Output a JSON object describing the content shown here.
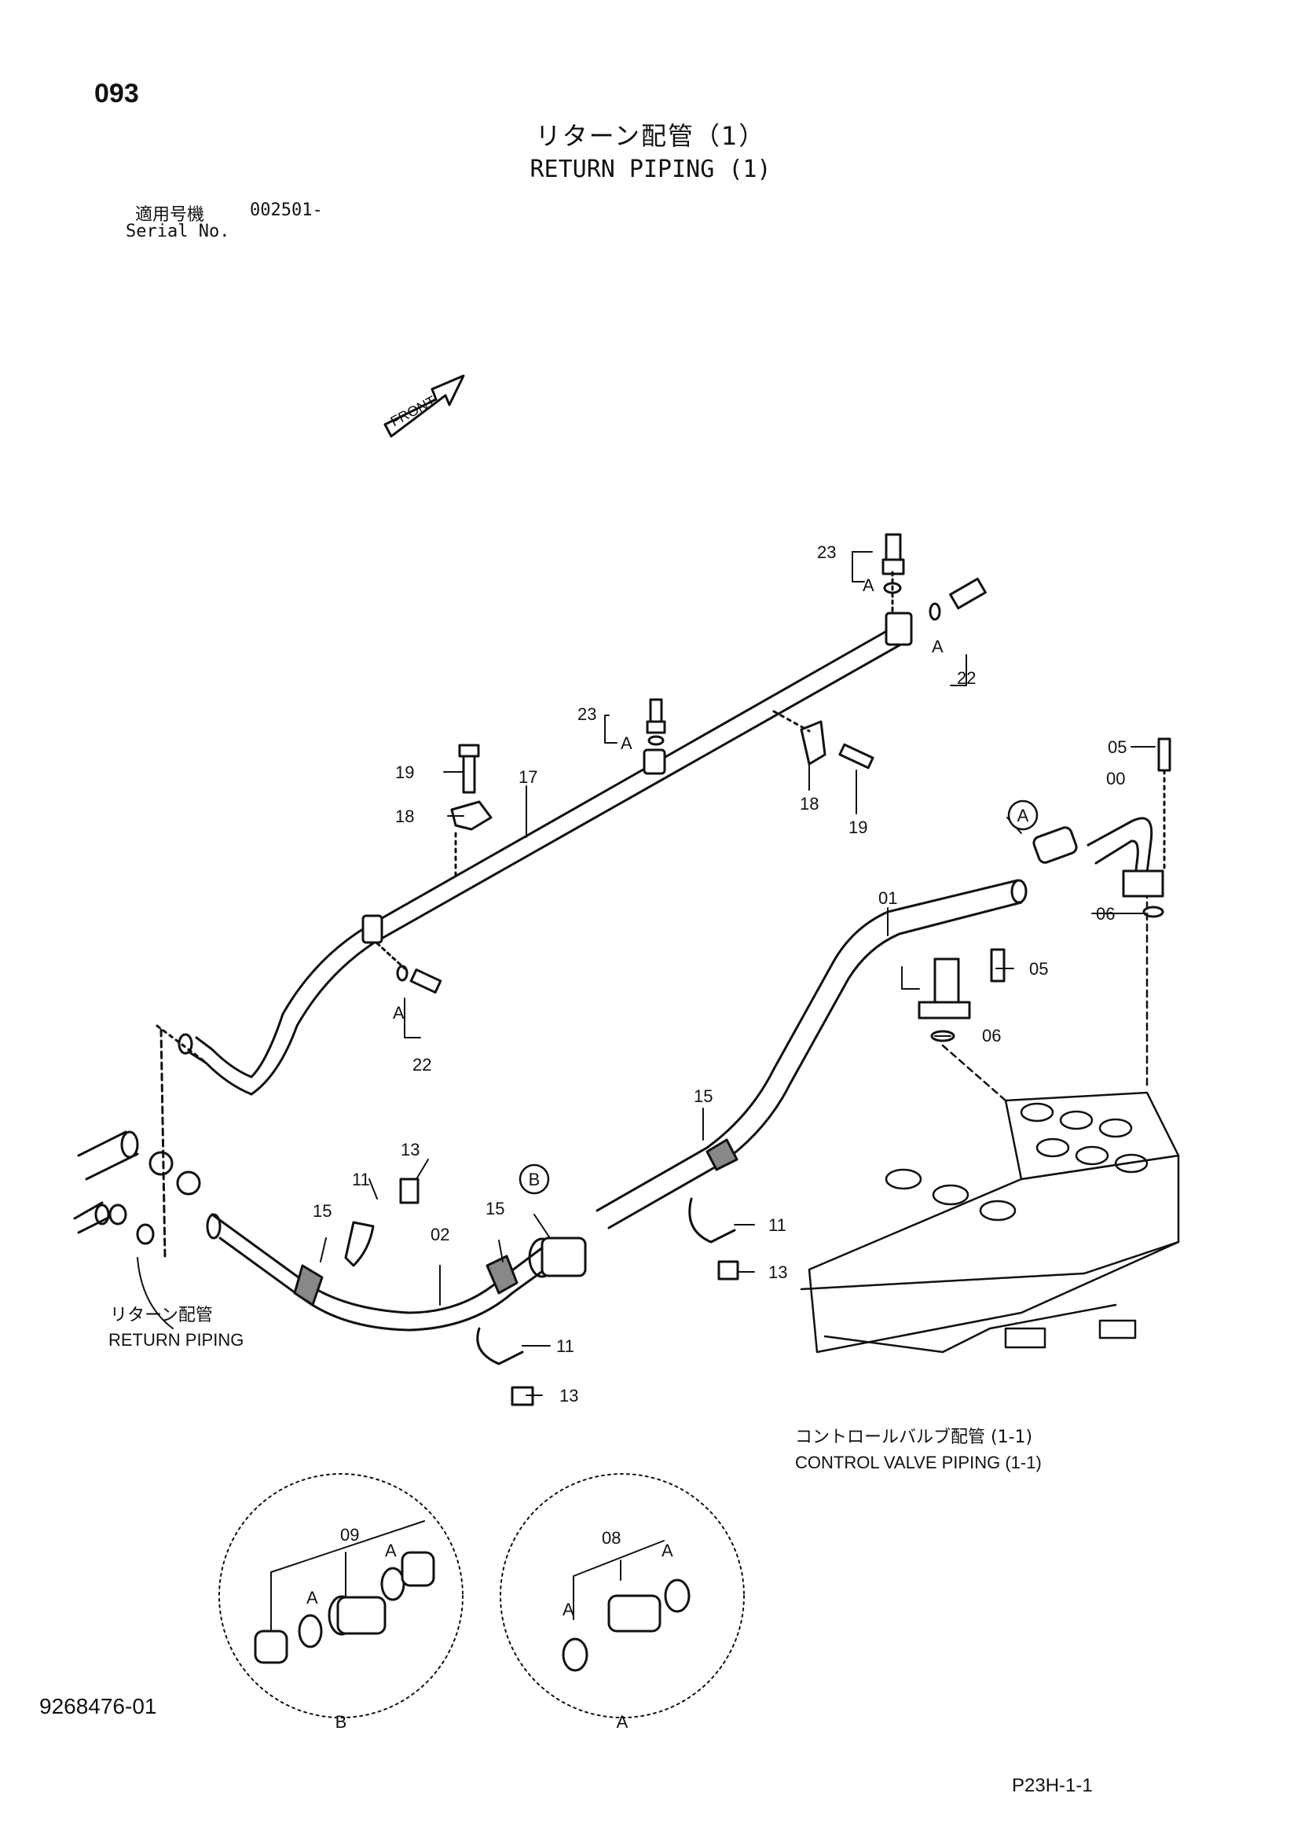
{
  "header": {
    "page_number": "093",
    "title_jp": "リターン配管（1）",
    "title_en": "RETURN PIPING (1)",
    "serial_label_jp": "適用号機",
    "serial_value": "002501-",
    "serial_label_en": "Serial No."
  },
  "direction_label": "FRONT",
  "part_callouts": {
    "p00": "00",
    "p01": "01",
    "p02": "02",
    "p05a": "05",
    "p05b": "05",
    "p06a": "06",
    "p06b": "06",
    "p08": "08",
    "p09": "09",
    "p11a": "11",
    "p11b": "11",
    "p11c": "11",
    "p13a": "13",
    "p13b": "13",
    "p13c": "13",
    "p15a": "15",
    "p15b": "15",
    "p15c": "15",
    "p17": "17",
    "p18a": "18",
    "p18b": "18",
    "p19a": "19",
    "p19b": "19",
    "p22a": "22",
    "p22b": "22",
    "p23a": "23",
    "p23b": "23"
  },
  "detail_letters": {
    "a1": "A",
    "a2": "A",
    "a3": "A",
    "a4": "A",
    "a5": "A",
    "a6": "A",
    "a7": "A",
    "a8": "A",
    "a9": "A",
    "circle_a": "A",
    "circle_b": "B",
    "detail_a": "A",
    "detail_b": "B"
  },
  "references": {
    "return_piping_jp": "リターン配管",
    "return_piping_en": "RETURN PIPING",
    "control_valve_jp": "コントロールバルブ配管 (1-1)",
    "control_valve_en": "CONTROL VALVE PIPING (1-1)"
  },
  "footer": {
    "document_number": "9268476-01",
    "page_reference": "P23H-1-1"
  }
}
